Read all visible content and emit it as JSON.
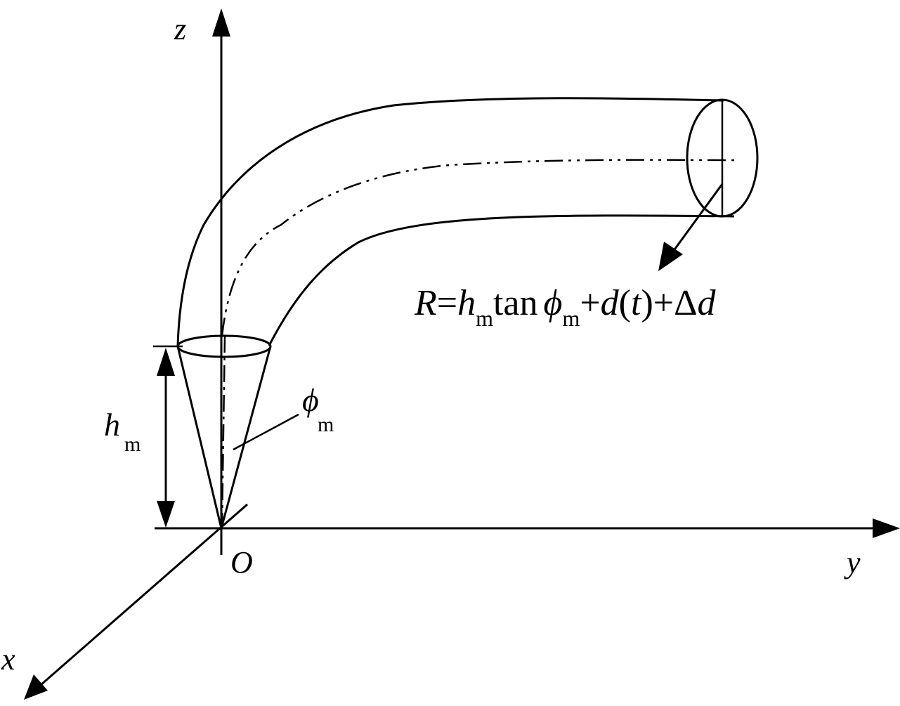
{
  "labels": {
    "z_axis": "z",
    "y_axis": "y",
    "x_axis": "x",
    "origin": "O",
    "height_symbol": "h",
    "height_subscript": "m",
    "angle_symbol": "ϕ",
    "angle_subscript": "m"
  },
  "formula": {
    "lhs": "R",
    "equals": "=",
    "h": "h",
    "h_sub": "m",
    "tan": "tan",
    "phi": "ϕ",
    "phi_sub": "m",
    "plus1": "+",
    "d": "d",
    "paren_open": "(",
    "t": "t",
    "paren_close": ")",
    "plus2": "+",
    "delta": "Δ",
    "d2": "d"
  },
  "colors": {
    "ink": "#000000",
    "background": "#ffffff"
  }
}
